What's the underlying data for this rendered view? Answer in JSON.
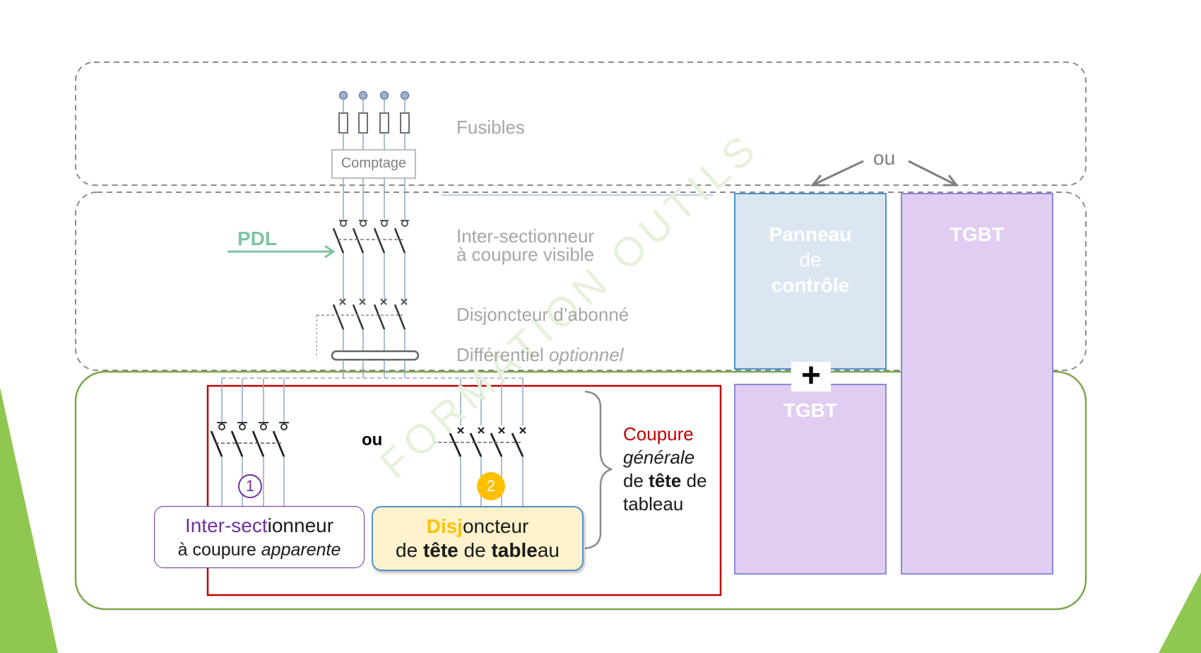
{
  "labels": {
    "fusibles": "Fusibles",
    "comptage": "Comptage",
    "ou_top": "ou",
    "pdl": "PDL",
    "inter_line1": "Inter-sectionneur",
    "inter_line2": "à coupure visible",
    "disjoncteur_abonne": "Disjoncteur d’abonné",
    "differentiel": "Différentiel",
    "optionnel": "optionnel",
    "ou_mid": "ou",
    "badge1": "1",
    "badge2": "2",
    "coupure": "Coupure",
    "generale": "générale",
    "de1": "de ",
    "tete": "tête",
    "de2": " de",
    "tableau": "tableau"
  },
  "legend_inter": {
    "part1": "Inter-sect",
    "part2": "ionneur",
    "line2a": "à coupure ",
    "line2b": "apparente"
  },
  "legend_disj": {
    "part1": "Disj",
    "part2": "oncteur",
    "l2a": "de ",
    "l2b": "tête",
    "l2c": " de ",
    "l2d": "table",
    "l2e": "au"
  },
  "boxes": {
    "panneau_1": "Panneau",
    "panneau_2": "de",
    "panneau_3": "contrôle",
    "tgbt_small": "TGBT",
    "tgbt_tall": "TGBT",
    "plus": "+"
  },
  "watermark": "FORMATION OUTILS",
  "colors": {
    "purple_text": "#7030a0",
    "gold_text": "#ffc000",
    "red": "#c00000",
    "green_border": "#7aa64a",
    "teal_arrow": "#7fc3a0",
    "lavender": "#e2cdf2",
    "lavender_border": "#8a8ad8",
    "light_blue": "#dce6f2",
    "blue_border": "#4f94cd",
    "cream": "#fff2cc"
  }
}
